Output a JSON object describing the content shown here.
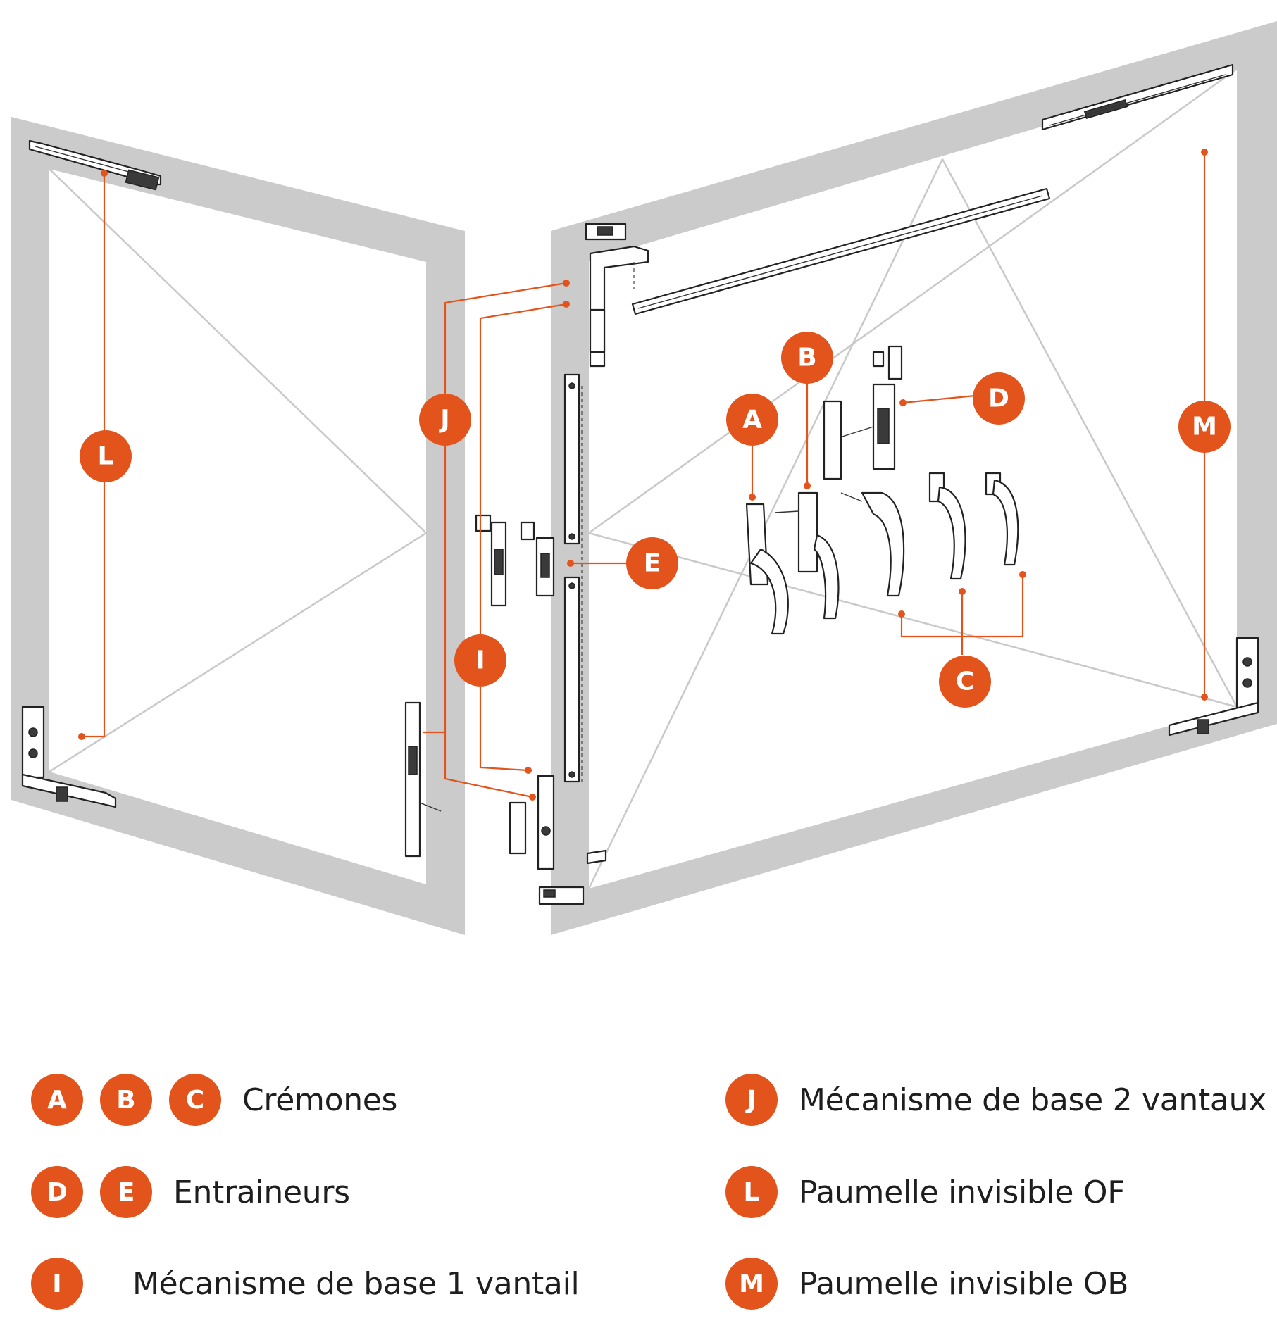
{
  "colors": {
    "accent": "#e2541c",
    "frame": "#cbcbcb",
    "guides": "#c9c9c9",
    "text": "#1e1e1e"
  },
  "callouts": {
    "A": "A",
    "B": "B",
    "C": "C",
    "D": "D",
    "E": "E",
    "I": "I",
    "J": "J",
    "L": "L",
    "M": "M"
  },
  "legend": {
    "cremones": {
      "badges": [
        "A",
        "B",
        "C"
      ],
      "label": "Crémones"
    },
    "entraineurs": {
      "badges": [
        "D",
        "E"
      ],
      "label": "Entraineurs"
    },
    "mecanisme_1": {
      "badges": [
        "I"
      ],
      "label": "Mécanisme de base 1 vantail"
    },
    "mecanisme_2": {
      "badges": [
        "J"
      ],
      "label": "Mécanisme de base 2 vantaux"
    },
    "paumelle_of": {
      "badges": [
        "L"
      ],
      "label": "Paumelle invisible OF"
    },
    "paumelle_ob": {
      "badges": [
        "M"
      ],
      "label": "Paumelle invisible OB"
    }
  }
}
